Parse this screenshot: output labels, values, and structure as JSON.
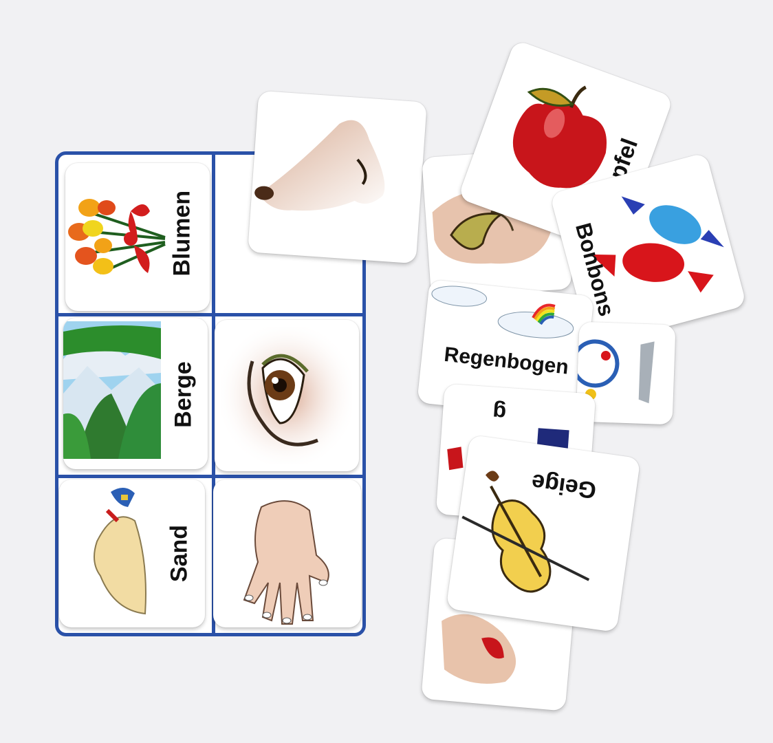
{
  "board": {
    "cards": [
      {
        "word": "Blumen",
        "icon": "flowers-icon"
      },
      {
        "word": "Berge",
        "icon": "mountains-icon"
      },
      {
        "word": "Sand",
        "icon": "sand-pile-icon"
      },
      {
        "word": "",
        "icon": "nose-icon"
      },
      {
        "word": "",
        "icon": "eye-icon"
      },
      {
        "word": "",
        "icon": "hand-icon"
      }
    ]
  },
  "loose_cards": [
    {
      "word": "Apfel",
      "icon": "apple-icon"
    },
    {
      "word": "Bonbons",
      "icon": "candy-icon"
    },
    {
      "word": "Regenbogen",
      "icon": "rainbow-icon"
    },
    {
      "word": "Geige",
      "icon": "violin-icon"
    },
    {
      "word": "g",
      "icon": "partial-word-icon"
    },
    {
      "word": "",
      "icon": "ear-icon"
    },
    {
      "word": "",
      "icon": "mouth-icon"
    },
    {
      "word": "",
      "icon": "alarm-clock-icon"
    }
  ],
  "colors": {
    "board_blue": "#2a51a8",
    "skin": "#e8c9b8",
    "apple_red": "#c8151b"
  }
}
